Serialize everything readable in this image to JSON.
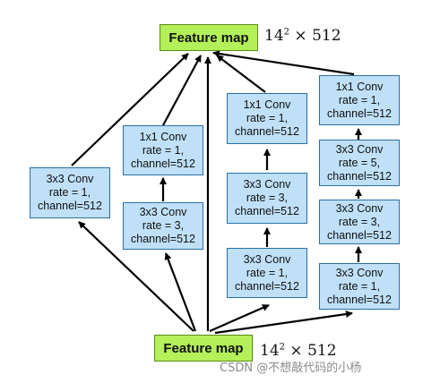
{
  "feature_map_top": {
    "label": "Feature map",
    "dim_base": "14",
    "dim_exp": "2",
    "dim_rest": " × 512"
  },
  "feature_map_bottom": {
    "label": "Feature map",
    "dim_base": "14",
    "dim_exp": "2",
    "dim_rest": " × 512"
  },
  "branch1": {
    "box1": {
      "l1": "3x3 Conv",
      "l2": "rate = 1,",
      "l3": "channel=512"
    }
  },
  "branch2": {
    "box1": {
      "l1": "1x1 Conv",
      "l2": "rate = 1,",
      "l3": "channel=512"
    },
    "box2": {
      "l1": "3x3 Conv",
      "l2": "rate = 3,",
      "l3": "channel=512"
    }
  },
  "branch3": {
    "box1": {
      "l1": "1x1 Conv",
      "l2": "rate = 1,",
      "l3": "channel=512"
    },
    "box2": {
      "l1": "3x3 Conv",
      "l2": "rate = 3,",
      "l3": "channel=512"
    },
    "box3": {
      "l1": "3x3 Conv",
      "l2": "rate = 1,",
      "l3": "channel=512"
    }
  },
  "branch4": {
    "box1": {
      "l1": "1x1 Conv",
      "l2": "rate = 1,",
      "l3": "channel=512"
    },
    "box2": {
      "l1": "3x3 Conv",
      "l2": "rate = 5,",
      "l3": "channel=512"
    },
    "box3": {
      "l1": "3x3 Conv",
      "l2": "rate = 3,",
      "l3": "channel=512"
    },
    "box4": {
      "l1": "3x3 Conv",
      "l2": "rate = 1,",
      "l3": "channel=512"
    }
  },
  "watermark": "CSDN @不想敲代码的小杨",
  "colors": {
    "feature_map_fill": "#b4f05a",
    "conv_fill": "#bfe0f7",
    "conv_border": "#2a6fa8",
    "arrow": "#000000"
  }
}
